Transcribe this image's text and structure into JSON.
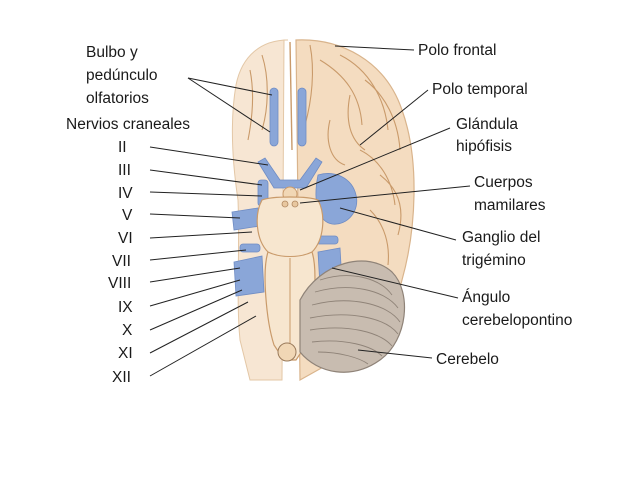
{
  "labels_left": {
    "bulbo_line1": "Bulbo y",
    "bulbo_line2": "pedúnculo",
    "bulbo_line3": "olfatorios",
    "nervios_title": "Nervios craneales",
    "nerves": [
      "II",
      "III",
      "IV",
      "V",
      "VI",
      "VII",
      "VIII",
      "IX",
      "X",
      "XI",
      "XII"
    ]
  },
  "labels_right": {
    "polo_frontal": "Polo frontal",
    "polo_temporal": "Polo temporal",
    "glandula_line1": "Glándula",
    "glandula_line2": "hipófisis",
    "cuerpos_line1": "Cuerpos",
    "cuerpos_line2": "mamilares",
    "ganglio_line1": "Ganglio del",
    "ganglio_line2": "trigémino",
    "angulo_line1": "Ángulo",
    "angulo_line2": "cerebelopontino",
    "cerebelo": "Cerebelo"
  },
  "colors": {
    "brain": "#f4dcc0",
    "brain_edge": "#d9b48c",
    "nerves": "#8aa6d8",
    "cerebellum": "#c8bcb0",
    "brainstem": "#f7e6cf"
  }
}
